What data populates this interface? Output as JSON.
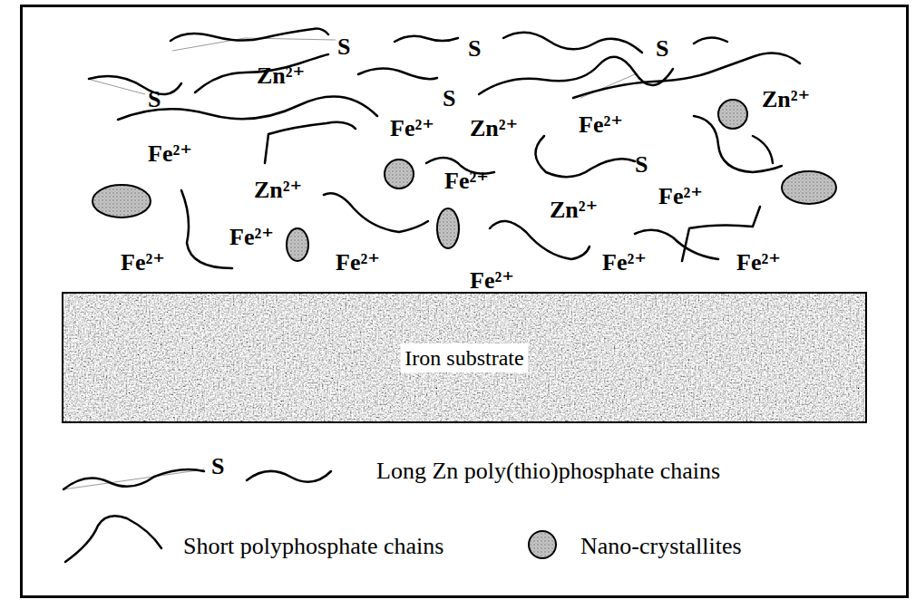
{
  "diagram": {
    "nodes": [
      {
        "text": [
          "Iron substrate"
        ]
      }
    ],
    "labels": [
      "S",
      "S",
      "S",
      "Zn²⁺",
      "S",
      "S",
      "Zn²⁺",
      "Fe²⁺",
      "Zn²⁺",
      "Fe²⁺",
      "Fe²⁺",
      "S",
      "Fe²⁺",
      "Zn²⁺",
      "Fe²⁺",
      "Zn²⁺",
      "Fe²⁺",
      "Fe²⁺",
      "Fe²⁺",
      "Fe²⁺",
      "Fe²⁺",
      "Fe²⁺",
      "S"
    ],
    "legend": [
      {
        "text": "Long Zn poly(thio)phosphate chains"
      },
      {
        "text": "Short polyphosphate chains"
      },
      {
        "text": "Nano-crystallites"
      }
    ]
  }
}
